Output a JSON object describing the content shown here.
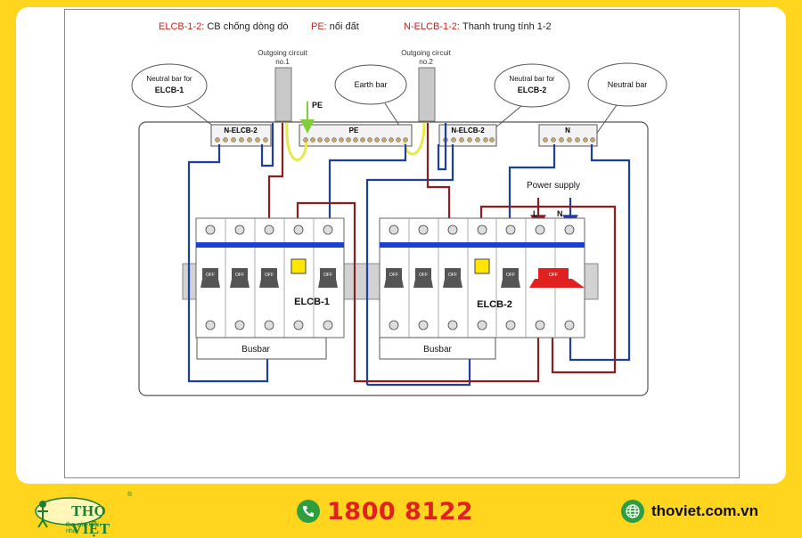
{
  "legend": [
    {
      "key": "ELCB-1-2:",
      "text": "CB chống dòng dò"
    },
    {
      "key": "PE:",
      "text": "nối đất"
    },
    {
      "key": "N-ELCB-1-2:",
      "text": "Thanh trung tính 1-2"
    }
  ],
  "outgoing1": {
    "line1": "Outgoing circuit",
    "line2": "no.1"
  },
  "outgoing2": {
    "line1": "Outgoing circuit",
    "line2": "no.2"
  },
  "callouts": {
    "neutral1_line1": "Neutral bar for",
    "neutral1_line2": "ELCB-1",
    "earth": "Earth bar",
    "neutral2_line1": "Neutral bar for",
    "neutral2_line2": "ELCB-2",
    "neutral": "Neutral bar"
  },
  "bars": {
    "n_elcb_left": "N-ELCB-2",
    "pe": "PE",
    "n_elcb_right": "N-ELCB-2",
    "n": "N"
  },
  "pe_label": "PE",
  "power_supply": {
    "label": "Power supply",
    "l": "L",
    "n": "N"
  },
  "breaker": {
    "off": "OFF"
  },
  "elcb1": "ELCB-1",
  "elcb2": "ELCB-2",
  "busbar1": "Busbar",
  "busbar2": "Busbar",
  "footer": {
    "brand": "THỌ VIỆT",
    "tagline": "thợ của mọi nhà",
    "reg": "®",
    "phone": "1800 8122",
    "website": "thoviet.com.vn"
  },
  "colors": {
    "background": "#FFD51E",
    "blue_wire": "#1f3fa0",
    "red_wire": "#8a1f1f",
    "pe_wire": "#e8e84a",
    "rail_blue": "#1b3fd0",
    "accent_red": "#e0211f",
    "accent_green": "#2e9e3e"
  }
}
